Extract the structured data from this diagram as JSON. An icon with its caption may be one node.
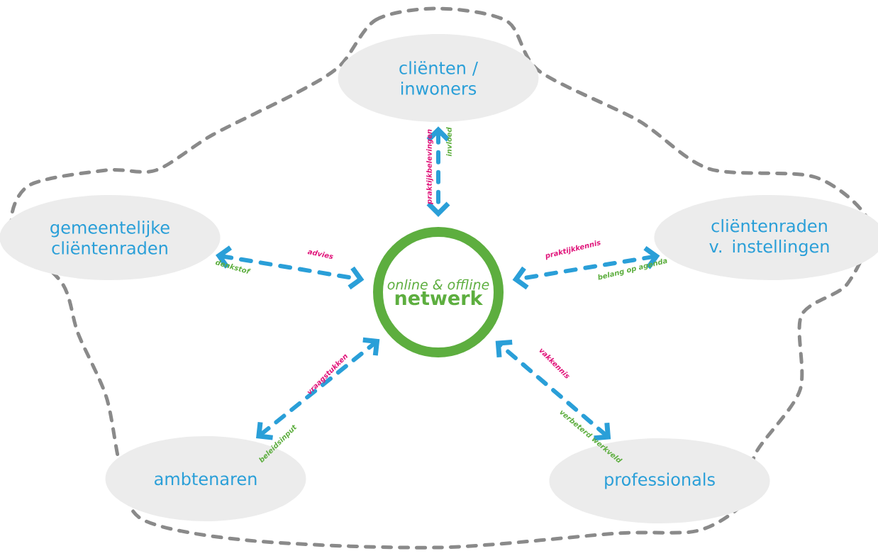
{
  "diagram": {
    "nodes": [
      {
        "text": [
          "cliënten / inwoners"
        ]
      },
      {
        "text": [
          "gemeentelijke cliëntenraden"
        ]
      },
      {
        "text": [
          "cliëntenraden v. instellingen"
        ]
      },
      {
        "text": [
          "ambtenaren"
        ]
      },
      {
        "text": [
          "professionals"
        ]
      },
      {
        "text": [
          "online & offline",
          "netwerk"
        ]
      }
    ],
    "edges": [
      {
        "from": 0,
        "to": 5,
        "arrow": "both",
        "label": "praktijkbelevingen",
        "style": "dashed"
      },
      {
        "from": 1,
        "to": 5,
        "arrow": "both",
        "label": "advies",
        "style": "dashed"
      },
      {
        "from": 2,
        "to": 5,
        "arrow": "both",
        "label": "praktijkkennis",
        "style": "dashed"
      },
      {
        "from": 3,
        "to": 5,
        "arrow": "both",
        "label": "vraagstukken",
        "style": "dashed"
      },
      {
        "from": 4,
        "to": 5,
        "arrow": "both",
        "label": "vakkennis",
        "style": "dashed"
      }
    ],
    "labels": [
      "invloed",
      "denkstof",
      "belang op agenda",
      "beleidsinput",
      "verbeterd werkveld"
    ]
  }
}
